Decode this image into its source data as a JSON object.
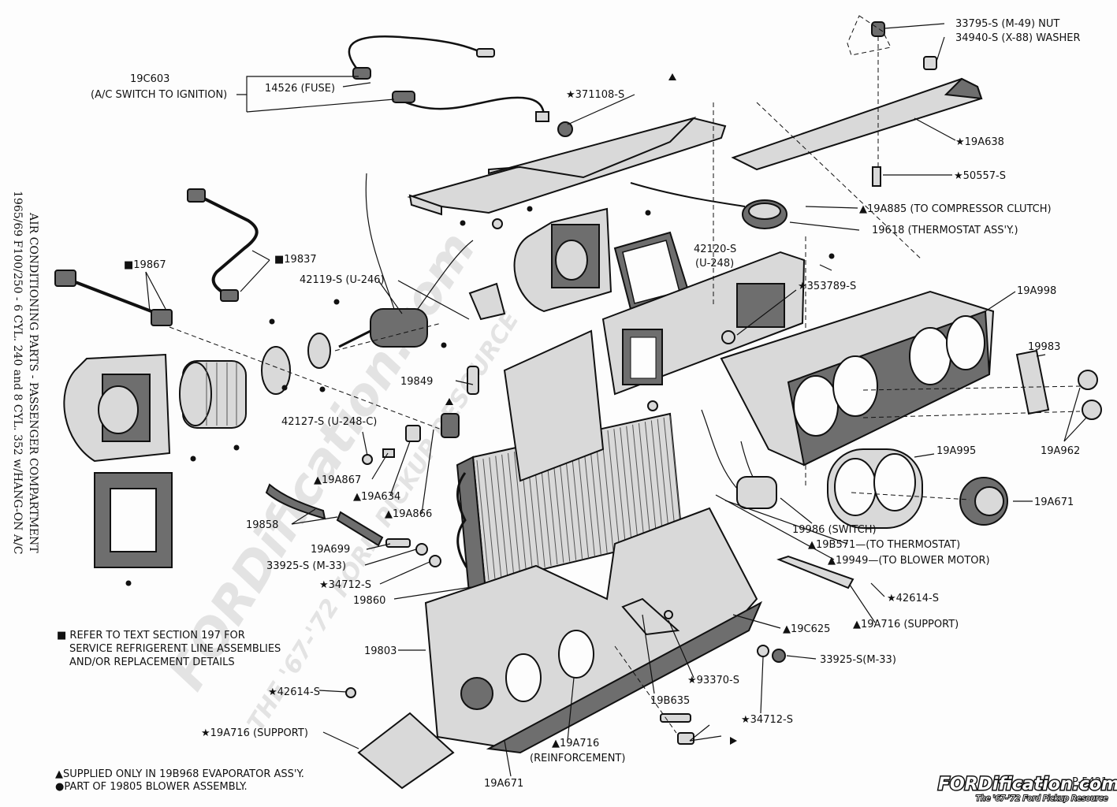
{
  "side_title": {
    "line1": "AIR CONDITIONING PARTS - PASSENGER COMPARTMENT",
    "line2": "1965/69 F100/250 - 6 CYL. 240 and 8 CYL. 352 w/HANG-ON A/C"
  },
  "labels": {
    "l_19c603_a": "19C603",
    "l_19c603_b": "(A/C SWITCH TO IGNITION)",
    "l_14526": "14526 (FUSE)",
    "l_371108": "★371108-S",
    "l_33795": "33795-S (M-49) NUT",
    "l_34940": "34940-S (X-88) WASHER",
    "l_19a638": "★19A638",
    "l_50557": "★50557-S",
    "l_19a885": "▲19A885 (TO COMPRESSOR CLUTCH)",
    "l_19618": "19618 (THERMOSTAT ASS'Y.)",
    "l_42120_a": "42120-S",
    "l_42120_b": "(U-248)",
    "l_353789": "★353789-S",
    "l_19a998": "19A998",
    "l_19983": "19983",
    "l_19a962": "19A962",
    "l_19867": "■19867",
    "l_19837": "■19837",
    "l_42119": "42119-S (U-246)",
    "l_19849": "19849",
    "l_42127": "42127-S (U-248-C)",
    "l_19a867": "▲19A867",
    "l_19a634": "▲19A634",
    "l_19a866": "▲19A866",
    "l_19858": "19858",
    "l_19a699": "19A699",
    "l_33925_a": "33925-S (M-33)",
    "l_34712_a": "★34712-S",
    "l_19860": "19860",
    "l_19a995": "19A995",
    "l_19a671_r": "19A671",
    "l_19986": "19986 (SWITCH)",
    "l_19b571": "▲19B571—(TO THERMOSTAT)",
    "l_19949": "▲19949—(TO BLOWER MOTOR)",
    "l_42614_r": "★42614-S",
    "l_19a716_r": "▲19A716 (SUPPORT)",
    "l_19c625": "▲19C625",
    "l_33925_b": "33925-S(M-33)",
    "l_19803": "19803",
    "l_93370": "★93370-S",
    "l_19b635": "19B635",
    "l_34712_b": "★34712-S",
    "l_42614_l": "★42614-S",
    "l_19a716_l": "★19A716 (SUPPORT)",
    "l_19a716_reinf_a": "▲19A716",
    "l_19a716_reinf_b": "(REINFORCEMENT)",
    "l_19a671_b": "19A671",
    "l_p5421": "P-5421"
  },
  "notes": {
    "refer_1": "■ REFER TO TEXT SECTION 197 FOR",
    "refer_2": "SERVICE REFRIGERENT LINE ASSEMBLIES",
    "refer_3": "AND/OR REPLACEMENT DETAILS",
    "supplied": "▲SUPPLIED ONLY IN 19B968 EVAPORATOR ASS'Y.",
    "part_of": "●PART OF 19805 BLOWER ASSEMBLY."
  },
  "watermark": {
    "main": "FORDification.com",
    "sub": "THE '67-'72 FORD PICKUP RESOURCE"
  },
  "brand": {
    "name": "FORDification.com",
    "tagline": "The '67-'72 Ford Pickup Resource"
  },
  "colors": {
    "ink": "#111111",
    "part_fill": "#d9d9d9",
    "shade": "#6e6e6e",
    "watermark": "#cfcfcf"
  }
}
